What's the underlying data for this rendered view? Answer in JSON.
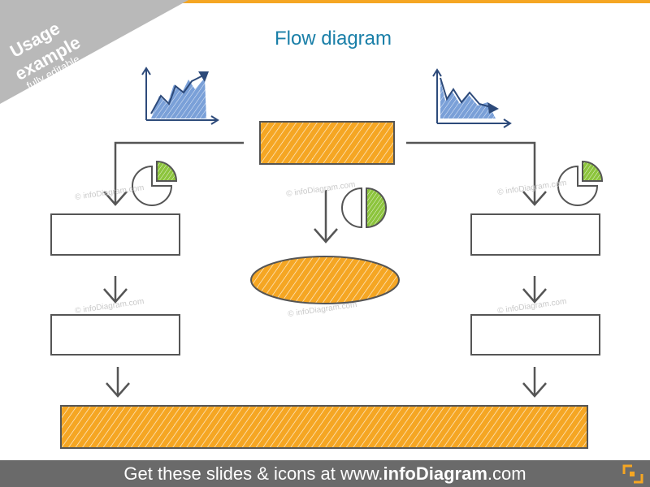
{
  "ribbon": {
    "line1": "Usage",
    "line2": "example",
    "line3": "fully editable"
  },
  "title": "Flow diagram",
  "watermark": "© infoDiagram.com",
  "footer": {
    "prefix": "Get these slides & icons at www.",
    "brand": "infoDiagram",
    "suffix": ".com"
  },
  "colors": {
    "accent": "#f5a623",
    "title": "#1a7fa8",
    "line": "#555555",
    "chart_blue": "#7aa0d8",
    "chart_dark": "#2d4a7a",
    "pie_green": "#8cc43c",
    "footer": "#6a6a6a"
  },
  "icons": [
    "growth-chart-icon",
    "decline-chart-icon",
    "pie-chart-icon",
    "orange-logo-icon"
  ]
}
